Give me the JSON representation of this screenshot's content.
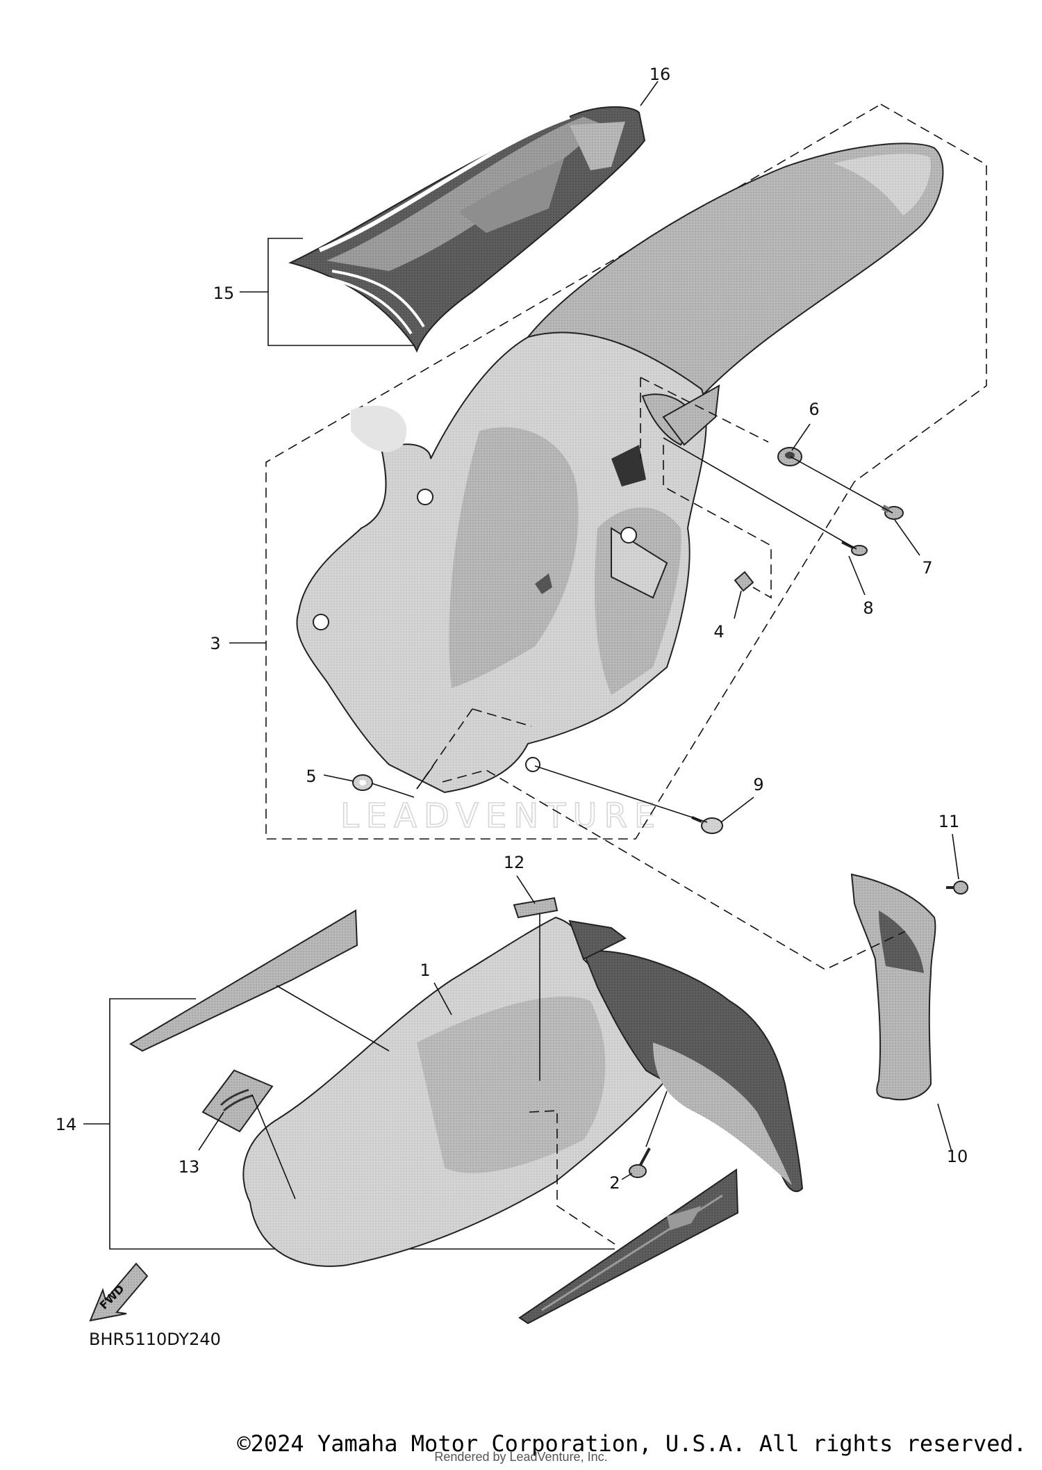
{
  "diagram": {
    "callouts": [
      "1",
      "2",
      "3",
      "4",
      "5",
      "6",
      "7",
      "8",
      "9",
      "10",
      "11",
      "12",
      "13",
      "14",
      "15",
      "16"
    ],
    "fwd_label": "FWD",
    "part_code": "BHR5110DY240",
    "watermark": "LEADVENTURE"
  },
  "footer": {
    "copyright": "©2024 Yamaha Motor Corporation, U.S.A. All rights reserved.",
    "rendered_by": "Rendered by LeadVenture, Inc."
  },
  "colors": {
    "part_fill": "#b4b4b4",
    "dark_fill": "#5c5c5c",
    "light_fill": "#d2d2d2",
    "line": "#111111"
  },
  "icons": [
    "fwd-arrow-icon"
  ]
}
